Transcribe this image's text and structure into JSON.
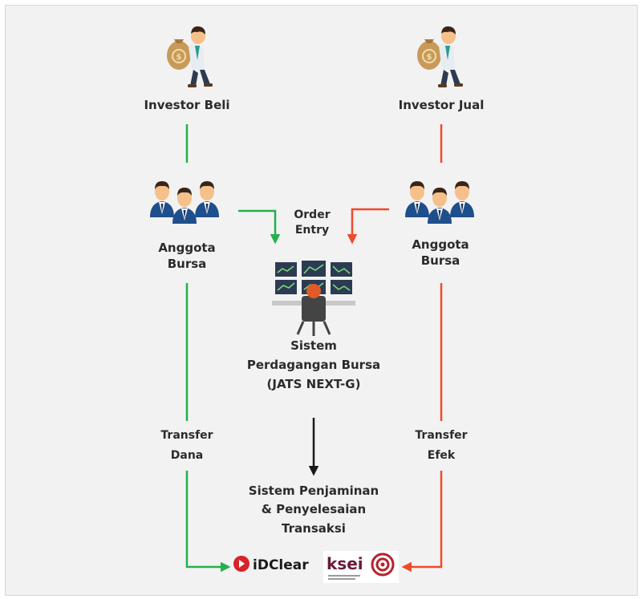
{
  "nodes": {
    "investor_buy": {
      "label": "Investor Beli"
    },
    "investor_sell": {
      "label": "Investor Jual"
    },
    "broker_buy": {
      "label": "Anggota\nBursa"
    },
    "broker_sell": {
      "label": "Anggota\nBursa"
    },
    "trading_system": {
      "label": "Sistem\nPerdagangan Bursa\n(JATS NEXT-G)"
    },
    "clearing_system": {
      "label": "Sistem Penjaminan\n& Penyelesaian\nTransaksi"
    }
  },
  "edges": {
    "order_entry": {
      "label": "Order\nEntry"
    },
    "transfer_funds": {
      "label": "Transfer\nDana"
    },
    "transfer_securities": {
      "label": "Transfer\nEfek"
    }
  },
  "logos": {
    "kpei_text": "iDClear",
    "ksei_text": "ksei"
  },
  "colors": {
    "buy_flow": "#22b14c",
    "sell_flow": "#f04a2a",
    "main_flow": "#1a1a1a",
    "suit": "#1f4e8c",
    "skin": "#f5c08a",
    "hair": "#3a2418",
    "money_bag": "#c89a5a"
  },
  "icons": {
    "investor": "investor-money-bag-icon",
    "brokers": "broker-group-icon",
    "trader": "trading-desk-icon"
  }
}
